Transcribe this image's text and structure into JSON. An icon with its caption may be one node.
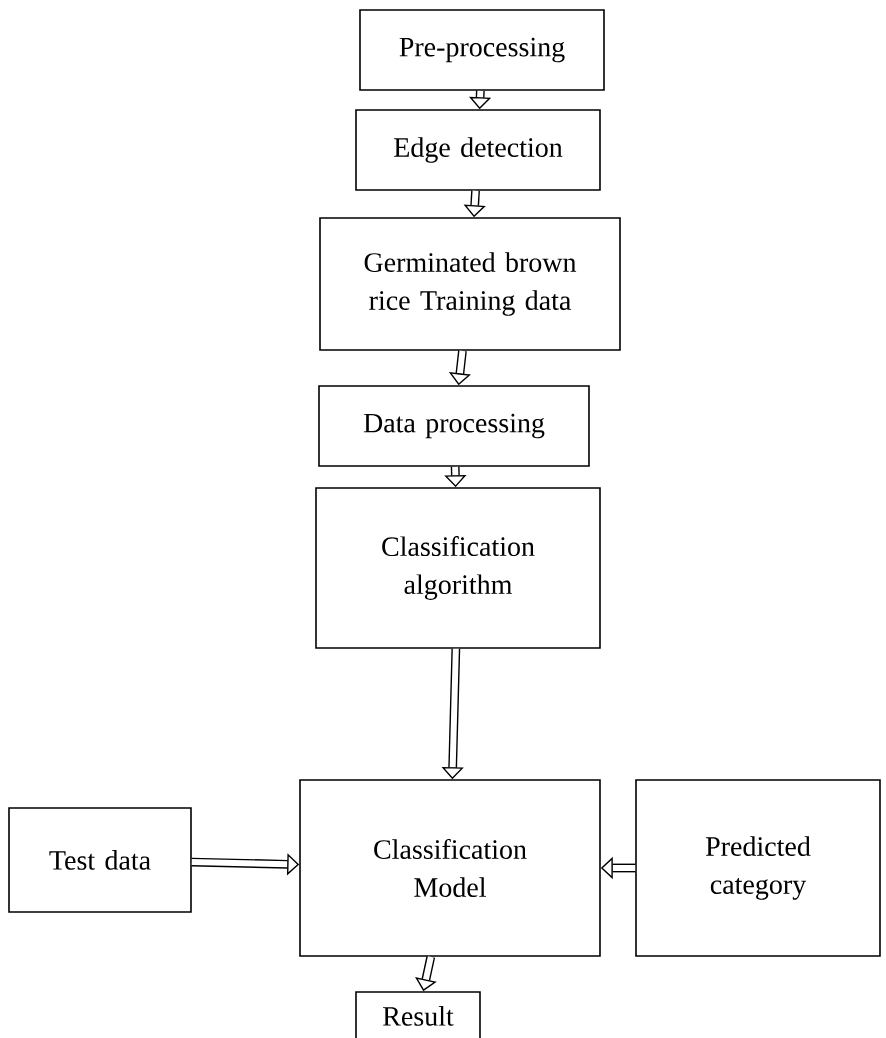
{
  "diagram": {
    "nodes": [
      {
        "text": [
          "Pre-processing"
        ]
      },
      {
        "text": [
          "Edge detection"
        ]
      },
      {
        "text": [
          "Germinated brown rice Training data"
        ]
      },
      {
        "text": [
          "Data processing"
        ]
      },
      {
        "text": [
          "Classification algorithm"
        ]
      },
      {
        "text": [
          "Test data"
        ]
      },
      {
        "text": [
          "Classification Model"
        ]
      },
      {
        "text": [
          "Predicted category"
        ]
      },
      {
        "text": [
          "Result"
        ]
      }
    ],
    "edges": [
      {
        "from": 0,
        "to": 1,
        "arrow": "to"
      },
      {
        "from": 1,
        "to": 2,
        "arrow": "to"
      },
      {
        "from": 2,
        "to": 3,
        "arrow": "to"
      },
      {
        "from": 3,
        "to": 4,
        "arrow": "to"
      },
      {
        "from": 4,
        "to": 6,
        "arrow": "to"
      },
      {
        "from": 5,
        "to": 6,
        "arrow": "to"
      },
      {
        "from": 7,
        "to": 6,
        "arrow": "to"
      },
      {
        "from": 6,
        "to": 8,
        "arrow": "to"
      }
    ]
  }
}
